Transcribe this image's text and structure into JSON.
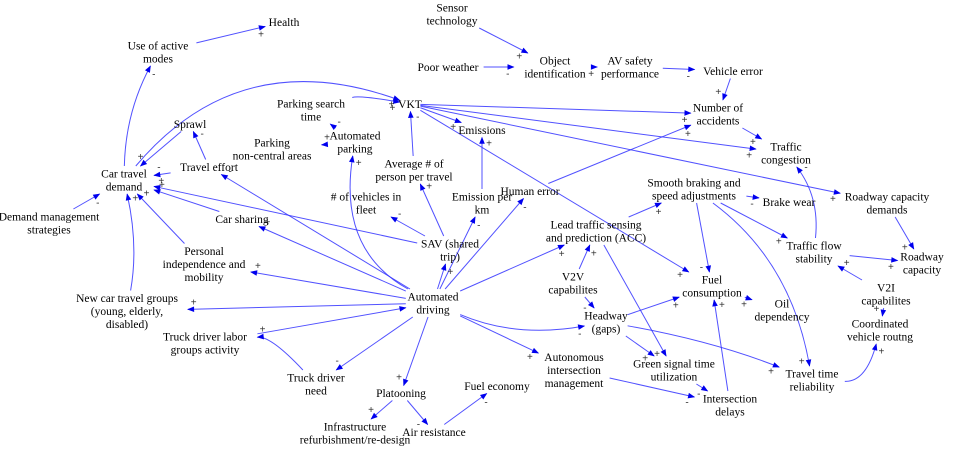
{
  "title": "Causal loop diagram: impacts of automated driving",
  "colors": {
    "edge": "#3333ff",
    "arrowhead": "#0000ee",
    "text": "#000000",
    "background": "#ffffff"
  },
  "nodes": [
    {
      "id": "health",
      "label": [
        "Health"
      ]
    },
    {
      "id": "active_modes",
      "label": [
        "Use of active",
        "modes"
      ]
    },
    {
      "id": "sensor_tech",
      "label": [
        "Sensor",
        "technology"
      ]
    },
    {
      "id": "poor_weather",
      "label": [
        "Poor weather"
      ]
    },
    {
      "id": "object_id",
      "label": [
        "Object",
        "identification"
      ]
    },
    {
      "id": "av_safety",
      "label": [
        "AV safety",
        "performance"
      ]
    },
    {
      "id": "vehicle_error",
      "label": [
        "Vehicle error"
      ]
    },
    {
      "id": "vkt",
      "label": [
        "VKT"
      ]
    },
    {
      "id": "parking_search",
      "label": [
        "Parking search",
        "time"
      ]
    },
    {
      "id": "parking_noncentral",
      "label": [
        "Parking",
        "non-central areas"
      ]
    },
    {
      "id": "automated_parking",
      "label": [
        "Automated",
        "parking"
      ]
    },
    {
      "id": "sprawl",
      "label": [
        "Sprawl"
      ]
    },
    {
      "id": "travel_effort",
      "label": [
        "Travel effort"
      ]
    },
    {
      "id": "car_travel_demand",
      "label": [
        "Car travel",
        "demand"
      ]
    },
    {
      "id": "demand_mgmt",
      "label": [
        "Demand management",
        "strategies"
      ]
    },
    {
      "id": "emissions",
      "label": [
        "Emissions"
      ]
    },
    {
      "id": "avg_persons",
      "label": [
        "Average # of",
        "person per travel"
      ]
    },
    {
      "id": "num_vehicles",
      "label": [
        "# of vehicles in",
        "fleet"
      ]
    },
    {
      "id": "emission_per_km",
      "label": [
        "Emission per",
        "km"
      ]
    },
    {
      "id": "human_error",
      "label": [
        "Human error"
      ]
    },
    {
      "id": "num_accidents",
      "label": [
        "Number of",
        "accidents"
      ]
    },
    {
      "id": "traffic_congestion",
      "label": [
        "Traffic",
        "congestion"
      ]
    },
    {
      "id": "car_sharing",
      "label": [
        "Car sharing"
      ]
    },
    {
      "id": "sav",
      "label": [
        "SAV (shared",
        "trip)"
      ]
    },
    {
      "id": "smooth_braking",
      "label": [
        "Smooth braking and",
        "speed adjustments"
      ]
    },
    {
      "id": "brake_wear",
      "label": [
        "Brake wear"
      ]
    },
    {
      "id": "roadway_demands",
      "label": [
        "Roadway capacity",
        "demands"
      ]
    },
    {
      "id": "lead_sensing",
      "label": [
        "Lead traffic sensing",
        "and prediction (ACC)"
      ]
    },
    {
      "id": "personal_indep",
      "label": [
        "Personal",
        "independence and",
        "mobility"
      ]
    },
    {
      "id": "traffic_flow",
      "label": [
        "Traffic flow",
        "stability"
      ]
    },
    {
      "id": "roadway_capacity",
      "label": [
        "Roadway",
        "capacity"
      ]
    },
    {
      "id": "v2v",
      "label": [
        "V2V",
        "capabilites"
      ]
    },
    {
      "id": "fuel_consumption",
      "label": [
        "Fuel",
        "consumption"
      ]
    },
    {
      "id": "new_groups",
      "label": [
        "New car travel groups",
        "(young, elderly,",
        "disabled)"
      ]
    },
    {
      "id": "automated_driving",
      "label": [
        "Automated",
        "driving"
      ]
    },
    {
      "id": "headway",
      "label": [
        "Headway",
        "(gaps)"
      ]
    },
    {
      "id": "oil_dependency",
      "label": [
        "Oil",
        "dependency"
      ]
    },
    {
      "id": "v2i",
      "label": [
        "V2I",
        "capabilites"
      ]
    },
    {
      "id": "coordinated_routing",
      "label": [
        "Coordinated",
        "vehicle routng"
      ]
    },
    {
      "id": "truck_labor",
      "label": [
        "Truck driver labor",
        "groups activity"
      ]
    },
    {
      "id": "green_signal",
      "label": [
        "Green signal time",
        "utilization"
      ]
    },
    {
      "id": "travel_time_rel",
      "label": [
        "Travel time",
        "reliability"
      ]
    },
    {
      "id": "truck_need",
      "label": [
        "Truck driver",
        "need"
      ]
    },
    {
      "id": "autonomous_intersection",
      "label": [
        "Autonomous",
        "intersection",
        "management"
      ]
    },
    {
      "id": "platooning",
      "label": [
        "Platooning"
      ]
    },
    {
      "id": "fuel_economy",
      "label": [
        "Fuel economy"
      ]
    },
    {
      "id": "intersection_delays",
      "label": [
        "Intersection",
        "delays"
      ]
    },
    {
      "id": "infrastructure",
      "label": [
        "Infrastructure",
        "refurbishment/re-design"
      ]
    },
    {
      "id": "air_resistance",
      "label": [
        "Air resistance"
      ]
    }
  ],
  "edges": [
    {
      "from": "active_modes",
      "to": "health",
      "polarity": "+"
    },
    {
      "from": "car_travel_demand",
      "to": "active_modes",
      "polarity": "-"
    },
    {
      "from": "car_travel_demand",
      "to": "vkt",
      "polarity": "+"
    },
    {
      "from": "sensor_tech",
      "to": "object_id",
      "polarity": "+"
    },
    {
      "from": "poor_weather",
      "to": "object_id",
      "polarity": "-"
    },
    {
      "from": "object_id",
      "to": "av_safety",
      "polarity": "+"
    },
    {
      "from": "av_safety",
      "to": "vehicle_error",
      "polarity": "-"
    },
    {
      "from": "vehicle_error",
      "to": "num_accidents",
      "polarity": "+"
    },
    {
      "from": "parking_search",
      "to": "vkt",
      "polarity": "+"
    },
    {
      "from": "automated_parking",
      "to": "parking_search",
      "polarity": "-"
    },
    {
      "from": "automated_parking",
      "to": "parking_noncentral",
      "polarity": "+"
    },
    {
      "from": "sprawl",
      "to": "car_travel_demand",
      "polarity": "+"
    },
    {
      "from": "travel_effort",
      "to": "sprawl",
      "polarity": "-"
    },
    {
      "from": "travel_effort",
      "to": "car_travel_demand",
      "polarity": "-"
    },
    {
      "from": "demand_mgmt",
      "to": "car_travel_demand",
      "polarity": "-"
    },
    {
      "from": "vkt",
      "to": "emissions",
      "polarity": "+"
    },
    {
      "from": "avg_persons",
      "to": "vkt",
      "polarity": "-"
    },
    {
      "from": "emission_per_km",
      "to": "emissions",
      "polarity": "+"
    },
    {
      "from": "vkt",
      "to": "num_accidents",
      "polarity": "+"
    },
    {
      "from": "human_error",
      "to": "num_accidents",
      "polarity": "+"
    },
    {
      "from": "vkt",
      "to": "traffic_congestion",
      "polarity": "+"
    },
    {
      "from": "num_accidents",
      "to": "traffic_congestion",
      "polarity": "+"
    },
    {
      "from": "vkt",
      "to": "roadway_demands",
      "polarity": "+"
    },
    {
      "from": "vkt",
      "to": "fuel_consumption",
      "polarity": "+"
    },
    {
      "from": "car_sharing",
      "to": "car_travel_demand",
      "polarity": "+"
    },
    {
      "from": "sav",
      "to": "car_travel_demand",
      "polarity": "+"
    },
    {
      "from": "sav",
      "to": "num_vehicles",
      "polarity": "-"
    },
    {
      "from": "sav",
      "to": "avg_persons",
      "polarity": "+"
    },
    {
      "from": "smooth_braking",
      "to": "brake_wear",
      "polarity": "-"
    },
    {
      "from": "smooth_braking",
      "to": "fuel_consumption",
      "polarity": "-"
    },
    {
      "from": "smooth_braking",
      "to": "traffic_flow",
      "polarity": "+"
    },
    {
      "from": "smooth_braking",
      "to": "travel_time_rel",
      "polarity": "+"
    },
    {
      "from": "lead_sensing",
      "to": "smooth_braking",
      "polarity": "+"
    },
    {
      "from": "lead_sensing",
      "to": "green_signal",
      "polarity": "+"
    },
    {
      "from": "traffic_flow",
      "to": "traffic_congestion",
      "polarity": "-"
    },
    {
      "from": "traffic_flow",
      "to": "roadway_capacity",
      "polarity": "+"
    },
    {
      "from": "roadway_demands",
      "to": "roadway_capacity",
      "polarity": "+"
    },
    {
      "from": "v2i",
      "to": "traffic_flow",
      "polarity": "+"
    },
    {
      "from": "v2i",
      "to": "coordinated_routing",
      "polarity": "+"
    },
    {
      "from": "v2v",
      "to": "lead_sensing",
      "polarity": "+"
    },
    {
      "from": "v2v",
      "to": "headway",
      "polarity": "-"
    },
    {
      "from": "personal_indep",
      "to": "car_travel_demand",
      "polarity": "+"
    },
    {
      "from": "new_groups",
      "to": "car_travel_demand",
      "polarity": "+"
    },
    {
      "from": "automated_driving",
      "to": "travel_effort",
      "polarity": "-"
    },
    {
      "from": "automated_driving",
      "to": "car_sharing",
      "polarity": "+"
    },
    {
      "from": "automated_driving",
      "to": "personal_indep",
      "polarity": "+"
    },
    {
      "from": "automated_driving",
      "to": "new_groups",
      "polarity": "+"
    },
    {
      "from": "automated_driving",
      "to": "automated_parking",
      "polarity": "+"
    },
    {
      "from": "automated_driving",
      "to": "sav",
      "polarity": "+"
    },
    {
      "from": "automated_driving",
      "to": "emission_per_km",
      "polarity": "-"
    },
    {
      "from": "automated_driving",
      "to": "human_error",
      "polarity": "-"
    },
    {
      "from": "automated_driving",
      "to": "lead_sensing",
      "polarity": "+"
    },
    {
      "from": "automated_driving",
      "to": "headway",
      "polarity": "-"
    },
    {
      "from": "automated_driving",
      "to": "autonomous_intersection",
      "polarity": "+"
    },
    {
      "from": "automated_driving",
      "to": "platooning",
      "polarity": "+"
    },
    {
      "from": "automated_driving",
      "to": "truck_need",
      "polarity": "-"
    },
    {
      "from": "truck_labor",
      "to": "automated_driving",
      "polarity": ""
    },
    {
      "from": "truck_need",
      "to": "truck_labor",
      "polarity": "+"
    },
    {
      "from": "headway",
      "to": "fuel_consumption",
      "polarity": "+"
    },
    {
      "from": "headway",
      "to": "green_signal",
      "polarity": "+"
    },
    {
      "from": "headway",
      "to": "travel_time_rel",
      "polarity": "+"
    },
    {
      "from": "fuel_consumption",
      "to": "oil_dependency",
      "polarity": "+"
    },
    {
      "from": "intersection_delays",
      "to": "fuel_consumption",
      "polarity": "+"
    },
    {
      "from": "green_signal",
      "to": "intersection_delays",
      "polarity": "-"
    },
    {
      "from": "autonomous_intersection",
      "to": "intersection_delays",
      "polarity": "-"
    },
    {
      "from": "travel_time_rel",
      "to": "coordinated_routing",
      "polarity": "+"
    },
    {
      "from": "platooning",
      "to": "infrastructure",
      "polarity": "+"
    },
    {
      "from": "platooning",
      "to": "air_resistance",
      "polarity": "-"
    },
    {
      "from": "air_resistance",
      "to": "fuel_economy",
      "polarity": "-"
    }
  ]
}
